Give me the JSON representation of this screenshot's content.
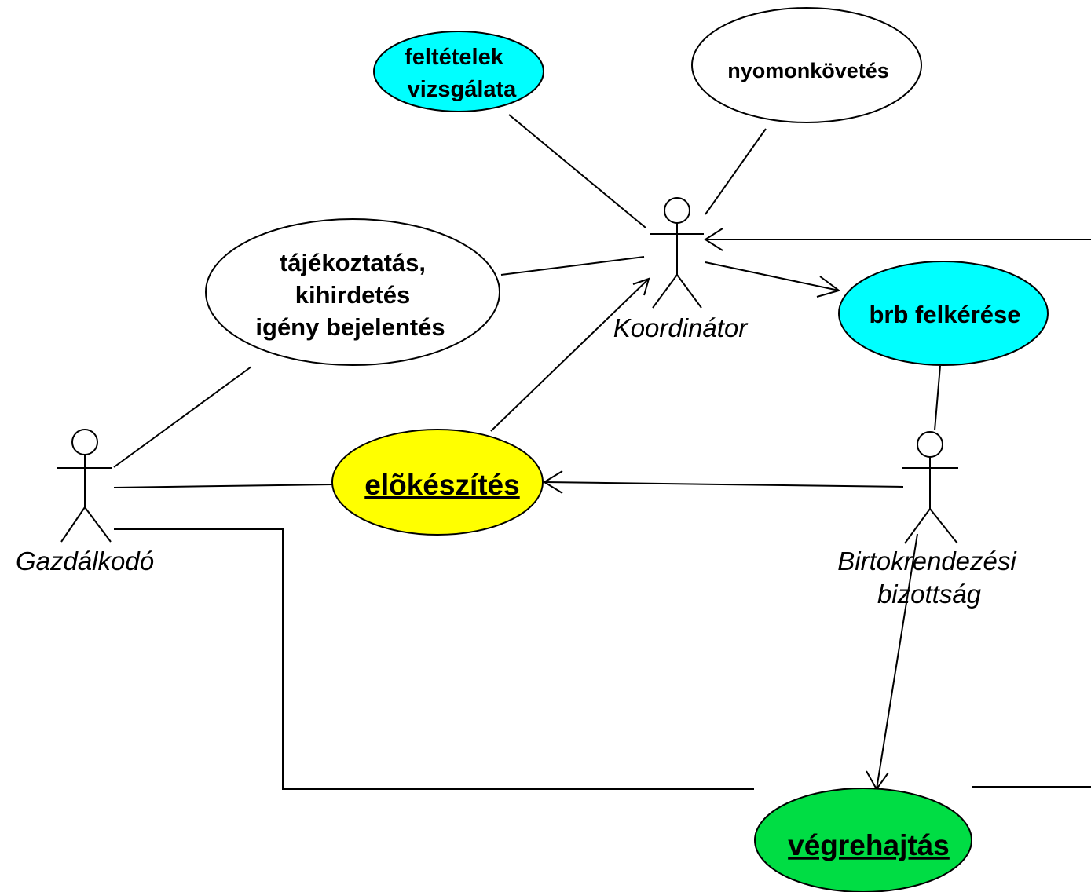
{
  "use_cases": {
    "feltetelek": {
      "lines": [
        "feltételek",
        "vizsgálata"
      ],
      "fill": "#00ffff"
    },
    "nyomonkovetes": {
      "lines": [
        "nyomonkövetés"
      ],
      "fill": "#ffffff"
    },
    "tajekoztatas": {
      "lines": [
        "tájékoztatás,",
        "kihirdetés",
        "igény bejelentés"
      ],
      "fill": "#ffffff"
    },
    "brb": {
      "lines": [
        "brb felkérése"
      ],
      "fill": "#00ffff"
    },
    "elokeszites": {
      "lines": [
        "elõkészítés"
      ],
      "fill": "#ffff00"
    },
    "vegrehajtas": {
      "lines": [
        "végrehajtás"
      ],
      "fill": "#00dd44"
    }
  },
  "actors": {
    "koordinator": {
      "label_lines": [
        "Koordinátor"
      ]
    },
    "gazdalkodo": {
      "label_lines": [
        "Gazdálkodó"
      ]
    },
    "birtok": {
      "label_lines": [
        "Birtokrendezési",
        "bizottság"
      ]
    }
  }
}
